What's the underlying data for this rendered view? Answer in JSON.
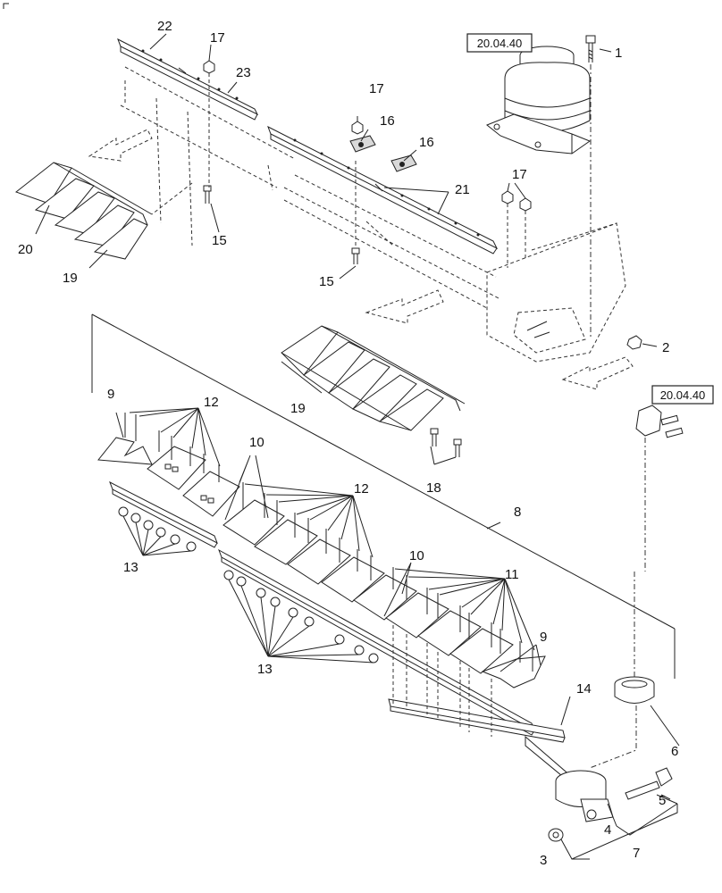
{
  "references": {
    "top": "20.04.40",
    "right": "20.04.40"
  },
  "callouts": {
    "c1": "1",
    "c2": "2",
    "c3": "3",
    "c4": "4",
    "c5": "5",
    "c6": "6",
    "c7": "7",
    "c8": "8",
    "c9a": "9",
    "c9b": "9",
    "c10a": "10",
    "c10b": "10",
    "c11": "11",
    "c12a": "12",
    "c12b": "12",
    "c13a": "13",
    "c13b": "13",
    "c14": "14",
    "c15a": "15",
    "c15b": "15",
    "c16a": "16",
    "c16b": "16",
    "c17a": "17",
    "c17b": "17",
    "c17c": "17",
    "c18": "18",
    "c19a": "19",
    "c19b": "19",
    "c20": "20",
    "c21": "21",
    "c22": "22",
    "c23": "23"
  }
}
